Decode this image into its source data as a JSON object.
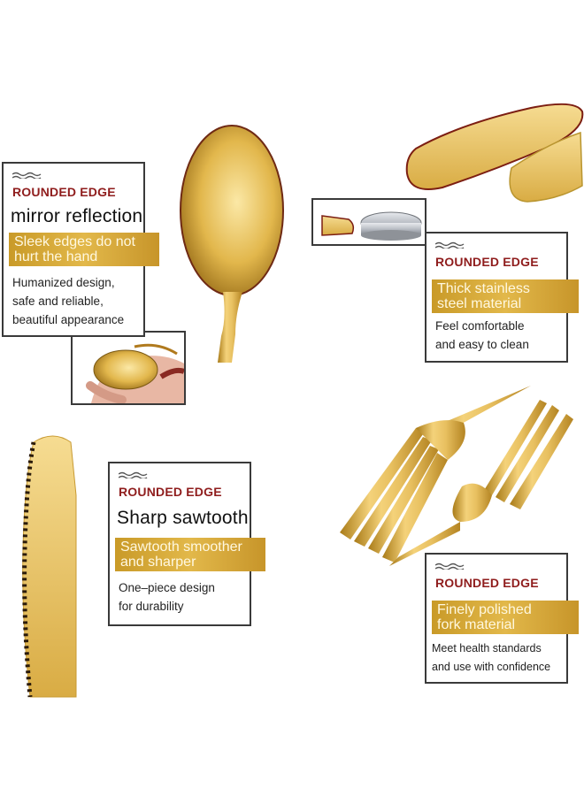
{
  "cards": {
    "spoon": {
      "tag": "ROUNDED EDGE",
      "headline": "mirror reflection",
      "banner": [
        "Sleek edges do not",
        "hurt the hand"
      ],
      "desc": [
        "Humanized design,",
        "safe and reliable,",
        "beautiful appearance"
      ]
    },
    "steel": {
      "tag": "ROUNDED EDGE",
      "banner": [
        "Thick stainless",
        "steel material"
      ],
      "desc": [
        "Feel comfortable",
        "and easy to clean"
      ]
    },
    "knife": {
      "tag": "ROUNDED EDGE",
      "headline": "Sharp sawtooth",
      "banner": [
        "Sawtooth smoother",
        "and sharper"
      ],
      "desc": [
        "One–piece design",
        "for durability"
      ]
    },
    "fork": {
      "tag": "ROUNDED EDGE",
      "banner": [
        "Finely polished",
        "fork material"
      ],
      "desc": [
        "Meet health standards",
        "and use with confidence"
      ]
    }
  },
  "colors": {
    "gold": "#e0b94e",
    "dark_gold": "#a77c1c",
    "accent_red": "#8f1d1d",
    "border": "#3a3a3a"
  }
}
